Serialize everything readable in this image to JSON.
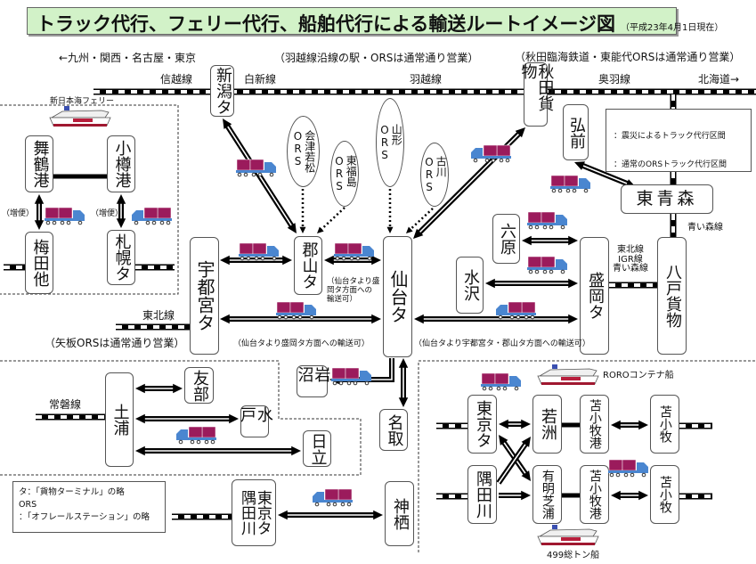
{
  "title": {
    "main": "トラック代行、フェリー代行、船舶代行による輸送ルートイメージ図",
    "date_note": "（平成23年4月1日現在）",
    "bg_color": "#d2f2c8"
  },
  "top_labels": {
    "west": "←九州・関西・名古屋・東京",
    "uetsu_note": "（羽越線沿線の駅・ORSは通常通り営業）",
    "akita_note": "（秋田臨海鉄道・東能代ORSは通常通り営業）"
  },
  "line_labels": {
    "shinetsu": "信越線",
    "hakushin": "白新線",
    "uetsu": "羽越線",
    "ou": "奥羽線",
    "hokkaido": "北海道→",
    "aoimori": "青い森線",
    "tohoku_igr": "東北線\nIGR線\n青い森線",
    "tohoku": "東北線",
    "joban": "常磐線",
    "ferry": "新日本海フェリー",
    "yaita_note": "（矢板ORSは通常通り営業）",
    "zobin1": "（増便）",
    "zobin2": "（増便）",
    "roro": "ROROコンテナ船",
    "ship499": "499総トン船"
  },
  "stations": {
    "niigata": "新潟タ",
    "akita": "秋田貨物",
    "hirosaki": "弘前",
    "higashiaomori": "東青森",
    "hachinohe": "八戸貨物",
    "morioka": "盛岡タ",
    "rokuhara": "六原",
    "mizusawa": "水沢",
    "sendai": "仙台タ",
    "koriyama": "郡山タ",
    "utsunomiya": "宇都宮タ",
    "maizuru": "舞鶴港",
    "otaru": "小樽港",
    "umeda": "梅田他",
    "sapporo": "札幌タ",
    "iwanuma": "岩沼",
    "natori": "名取",
    "tsuchiura": "土浦",
    "tomobe": "友部",
    "mito": "水戸",
    "hitachi": "日立",
    "sumidagawa_tokyo": "東京タ\n隅田川",
    "kamisu": "神栖",
    "tokyo_br": "東京タ",
    "sumidagawa_br": "隅田川",
    "wakasu": "若洲",
    "ariake": "有明芝浦",
    "tomakomai_port1": "苫小牧港",
    "tomakomai_port2": "苫小牧港",
    "tomakomai1": "苫小牧",
    "tomakomai2": "苫小牧"
  },
  "ors": {
    "aizu": "会津若松\nORS",
    "higashifukushima": "東福島\nORS",
    "yamagata": "山形\nORS",
    "furukawa": "古川\nORS"
  },
  "captions": {
    "koriyama_sendai": "（仙台タより盛\n岡タ方面への\n輸送可）",
    "utsunomiya_sendai": "（仙台タより盛岡タ方面への輸送可）",
    "sendai_morioka": "（仙台タより宇都宮タ・郡山タ方面への輸送可）"
  },
  "legend": {
    "quake_truck": "：震災によるトラック代行区間",
    "normal_ors": "：通常のORSトラック代行区間"
  },
  "abbreviations": {
    "ta": "タ：「貨物ターミナル」の略",
    "ors_title": "ORS",
    "ors_desc": "：「オフレールステーション」の略"
  },
  "colors": {
    "truck_cab": "#4a86d0",
    "container": "#9b1b5c",
    "arrow": "#000000"
  }
}
